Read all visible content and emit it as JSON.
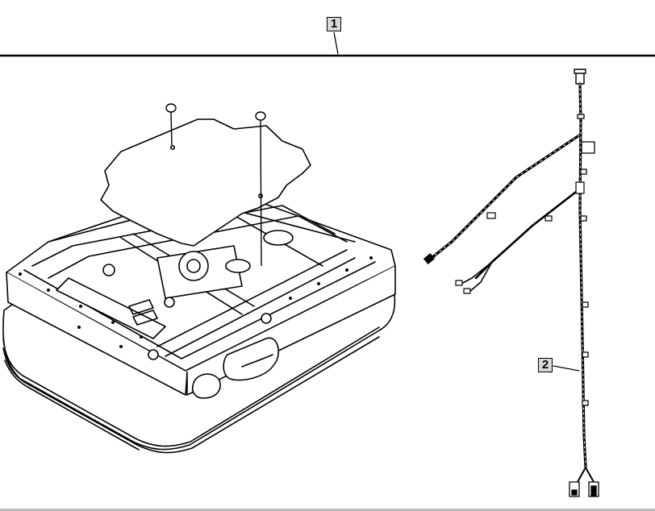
{
  "diagram": {
    "callouts": [
      {
        "id": "1",
        "label": "1"
      },
      {
        "id": "2",
        "label": "2"
      }
    ]
  },
  "colors": {
    "line": "#000000",
    "callout_fill": "#d9d9d9",
    "background": "#ffffff"
  }
}
